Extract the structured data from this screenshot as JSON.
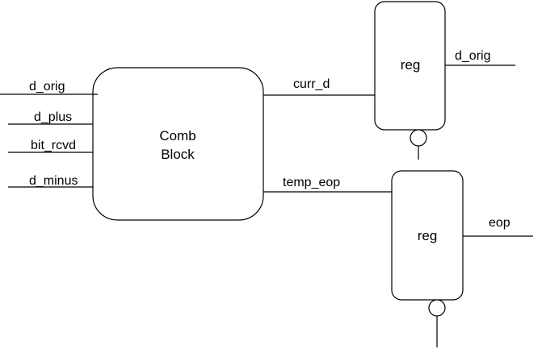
{
  "comb_block": {
    "label_line1": "Comb",
    "label_line2": "Block"
  },
  "inputs": {
    "d_orig": "d_orig",
    "d_plus": "d_plus",
    "bit_rcvd": "bit_rcvd",
    "d_minus": "d_minus"
  },
  "internal_signals": {
    "curr_d": "curr_d",
    "temp_eop": "temp_eop"
  },
  "reg_top": {
    "label": "reg",
    "output": "d_orig"
  },
  "reg_bottom": {
    "label": "reg",
    "output": "eop"
  },
  "colors": {
    "line": "#000000",
    "background": "#ffffff"
  }
}
